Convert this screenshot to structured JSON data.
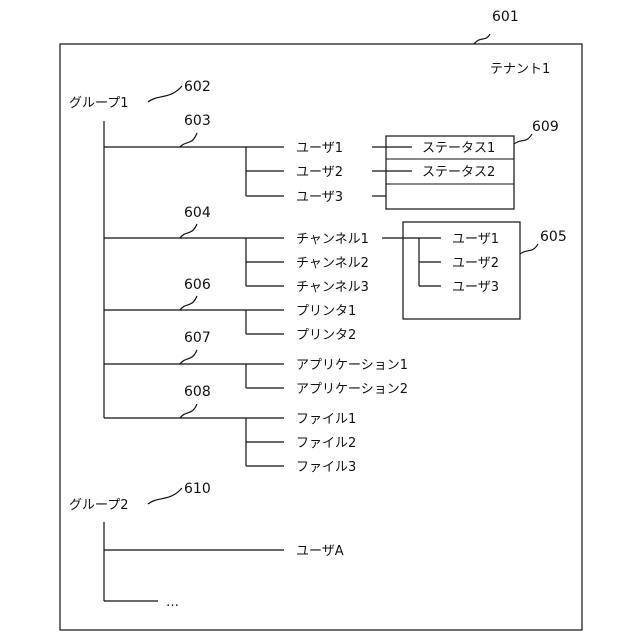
{
  "refs": {
    "tenant_box": "601",
    "group1": "602",
    "users": "603",
    "channels": "604",
    "channel_members": "605",
    "printers": "606",
    "applications": "607",
    "files": "608",
    "status_table": "609",
    "group2": "610"
  },
  "tenant": {
    "label": "テナント1"
  },
  "group1": {
    "label": "グループ1",
    "users": [
      "ユーザ1",
      "ユーザ2",
      "ユーザ3"
    ],
    "statuses": [
      "ステータス1",
      "ステータス2",
      ""
    ],
    "channels": [
      "チャンネル1",
      "チャンネル2",
      "チャンネル3"
    ],
    "channel1_members": [
      "ユーザ1",
      "ユーザ2",
      "ユーザ3"
    ],
    "printers": [
      "プリンタ1",
      "プリンタ2"
    ],
    "applications": [
      "アプリケーション1",
      "アプリケーション2"
    ],
    "files": [
      "ファイル1",
      "ファイル2",
      "ファイル3"
    ]
  },
  "group2": {
    "label": "グループ2",
    "users": [
      "ユーザA"
    ],
    "more": "…"
  }
}
